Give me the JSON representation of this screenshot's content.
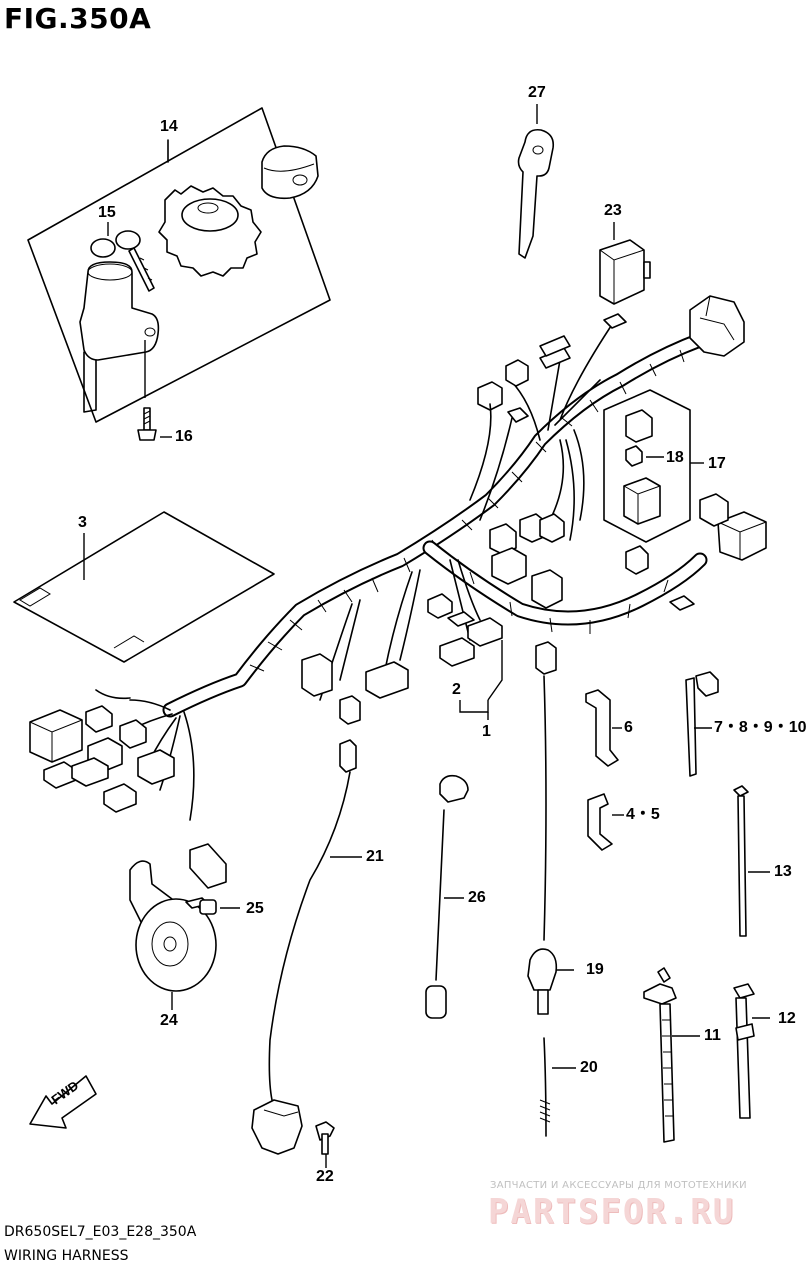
{
  "figure": {
    "title": "FIG.350A",
    "code": "DR650SEL7_E03_E28_350A",
    "caption": "WIRING HARNESS"
  },
  "callouts": {
    "c1": "1",
    "c2": "2",
    "c3": "3",
    "c4_5": "4・5",
    "c6": "6",
    "c7_10": "7・8・9・10",
    "c11": "11",
    "c12": "12",
    "c13": "13",
    "c14": "14",
    "c15": "15",
    "c16": "16",
    "c17": "17",
    "c18": "18",
    "c19": "19",
    "c20": "20",
    "c21": "21",
    "c22": "22",
    "c23": "23",
    "c24": "24",
    "c25": "25",
    "c26": "26",
    "c27": "27"
  },
  "direction_marker": "FWD",
  "watermark": {
    "tagline": "ЗАПЧАСТИ И АКСЕССУАРЫ ДЛЯ МОТОТЕХНИКИ",
    "site": "PARTSFOR.RU"
  }
}
